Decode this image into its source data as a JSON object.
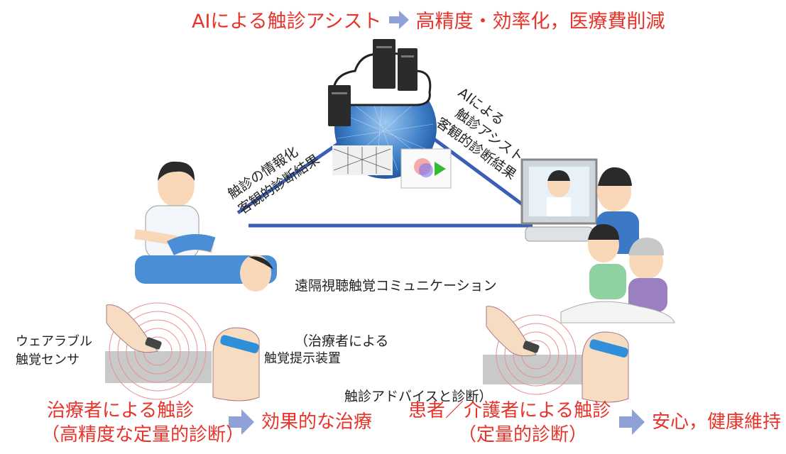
{
  "header": {
    "left": "AIによる触診アシスト",
    "right": "高精度・効率化，医療費削減"
  },
  "left_diagonal": {
    "line1": "触診の情報化",
    "line2": "客観的診断結果"
  },
  "right_diagonal": {
    "line1": "AIによる",
    "line2": "触診アシスト",
    "line3": "客観的診断結果"
  },
  "center": {
    "line1": "遠隔視聴触覚コミュニケーション",
    "line2": "（治療者による",
    "line3": "触診アドバイスと診断）"
  },
  "left_labels": {
    "sensor_line1": "ウェアラブル",
    "sensor_line2": "触覚センサ",
    "device": "触覚提示装置"
  },
  "bottom_left": {
    "line1": "治療者による触診",
    "line2": "（高精度な定量的診断）",
    "result": "効果的な治療"
  },
  "bottom_right": {
    "line1": "患者／介護者による触診",
    "line2": "（定量的診断）",
    "result": "安心，健康維持"
  },
  "colors": {
    "accent_red": "#e8332a",
    "line_blue": "#3a5fb5",
    "arrow_blue": "#8ea2d8"
  }
}
